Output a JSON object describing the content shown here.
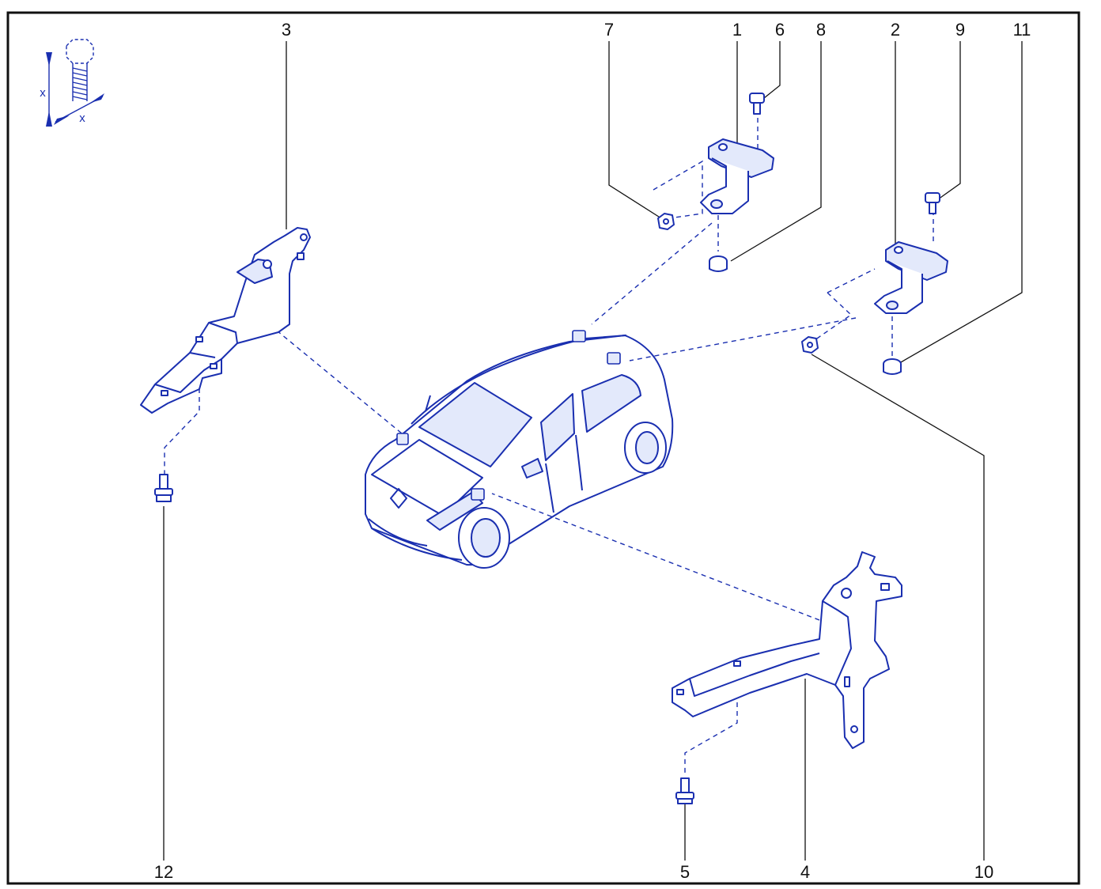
{
  "colors": {
    "ink": "#1a2fb0",
    "frame": "#111111",
    "fill": "#e3e9fb"
  },
  "symbol": {
    "dim_x": "x",
    "dim_y": "x"
  },
  "callouts": [
    {
      "id": "1",
      "label": "1"
    },
    {
      "id": "2",
      "label": "2"
    },
    {
      "id": "3",
      "label": "3"
    },
    {
      "id": "4",
      "label": "4"
    },
    {
      "id": "5",
      "label": "5"
    },
    {
      "id": "6",
      "label": "6"
    },
    {
      "id": "7",
      "label": "7"
    },
    {
      "id": "8",
      "label": "8"
    },
    {
      "id": "9",
      "label": "9"
    },
    {
      "id": "10",
      "label": "10"
    },
    {
      "id": "11",
      "label": "11"
    },
    {
      "id": "12",
      "label": "12"
    }
  ],
  "parts": [
    {
      "id": "1",
      "icon": "hinge-icon"
    },
    {
      "id": "2",
      "icon": "hinge-icon"
    },
    {
      "id": "3",
      "icon": "bracket-icon"
    },
    {
      "id": "4",
      "icon": "bracket-icon"
    },
    {
      "id": "5",
      "icon": "bolt-icon"
    },
    {
      "id": "6",
      "icon": "bolt-icon"
    },
    {
      "id": "7",
      "icon": "nut-icon"
    },
    {
      "id": "8",
      "icon": "nut-icon"
    },
    {
      "id": "9",
      "icon": "bolt-icon"
    },
    {
      "id": "10",
      "icon": "nut-icon"
    },
    {
      "id": "11",
      "icon": "nut-icon"
    },
    {
      "id": "12",
      "icon": "bolt-icon"
    }
  ],
  "vehicle": {
    "icon": "car-icon"
  }
}
